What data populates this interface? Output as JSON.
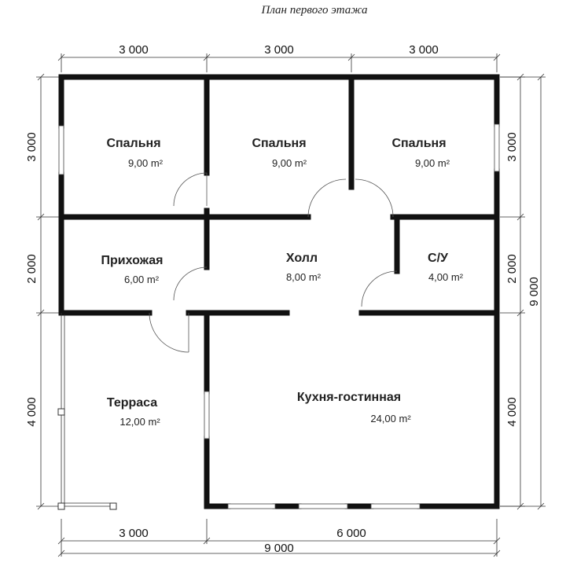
{
  "title": "План первого этажа",
  "dimensions": {
    "top": [
      "3 000",
      "3 000",
      "3 000"
    ],
    "bottom": [
      "3 000",
      "6 000"
    ],
    "bottom_total": "9 000",
    "left": [
      "3 000",
      "2 000",
      "4 000"
    ],
    "right": [
      "3 000",
      "2 000",
      "4 000"
    ],
    "right_total": "9 000"
  },
  "rooms": [
    {
      "name": "Спальня",
      "area": "9,00 m²"
    },
    {
      "name": "Спальня",
      "area": "9,00 m²"
    },
    {
      "name": "Спальня",
      "area": "9,00 m²"
    },
    {
      "name": "Прихожая",
      "area": "6,00 m²"
    },
    {
      "name": "Холл",
      "area": "8,00 m²"
    },
    {
      "name": "С/У",
      "area": "4,00 m²"
    },
    {
      "name": "Терраса",
      "area": "12,00 m²"
    },
    {
      "name": "Кухня-гостинная",
      "area": "24,00 m²"
    }
  ]
}
